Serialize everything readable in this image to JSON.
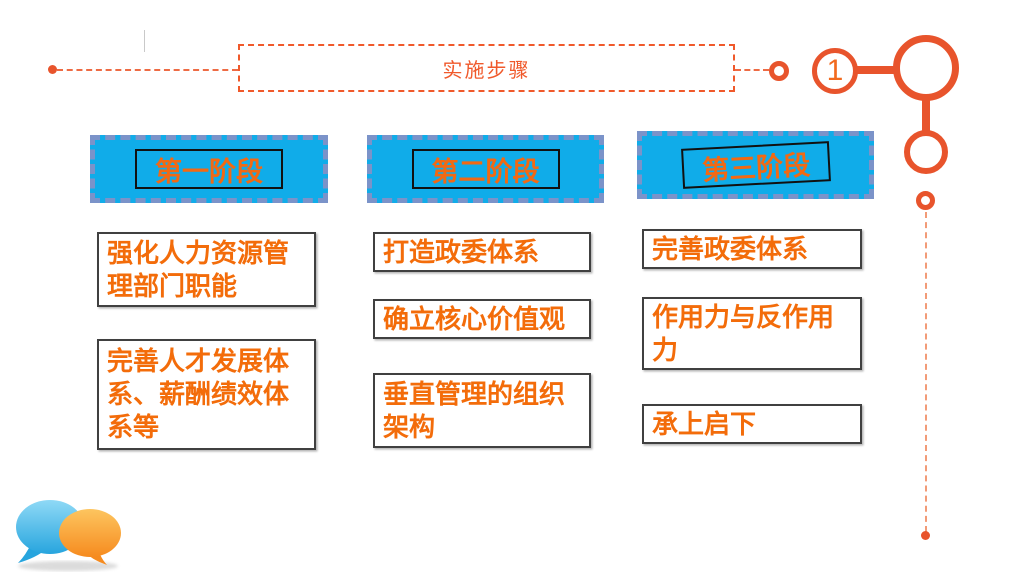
{
  "slide": {
    "title": "实施步骤",
    "step_badge": "1",
    "phases": [
      {
        "label": "第一阶段",
        "items": [
          "强化人力资源管理部门职能",
          "完善人才发展体系、薪酬绩效体系等"
        ]
      },
      {
        "label": "第二阶段",
        "items": [
          "打造政委体系",
          "确立核心价值观",
          "垂直管理的组织架构"
        ]
      },
      {
        "label": "第三阶段",
        "items": [
          "完善政委体系",
          "作用力与反作用力",
          "承上启下"
        ]
      }
    ],
    "icons": {
      "footer": "chat-bubbles-icon"
    },
    "colors": {
      "accent_orange": "#e8542c",
      "text_orange": "#f36c0a",
      "title_orange": "#f0592b",
      "header_fill": "#10ace9",
      "header_dash": "#7b93c9",
      "box_border": "#404040"
    }
  }
}
